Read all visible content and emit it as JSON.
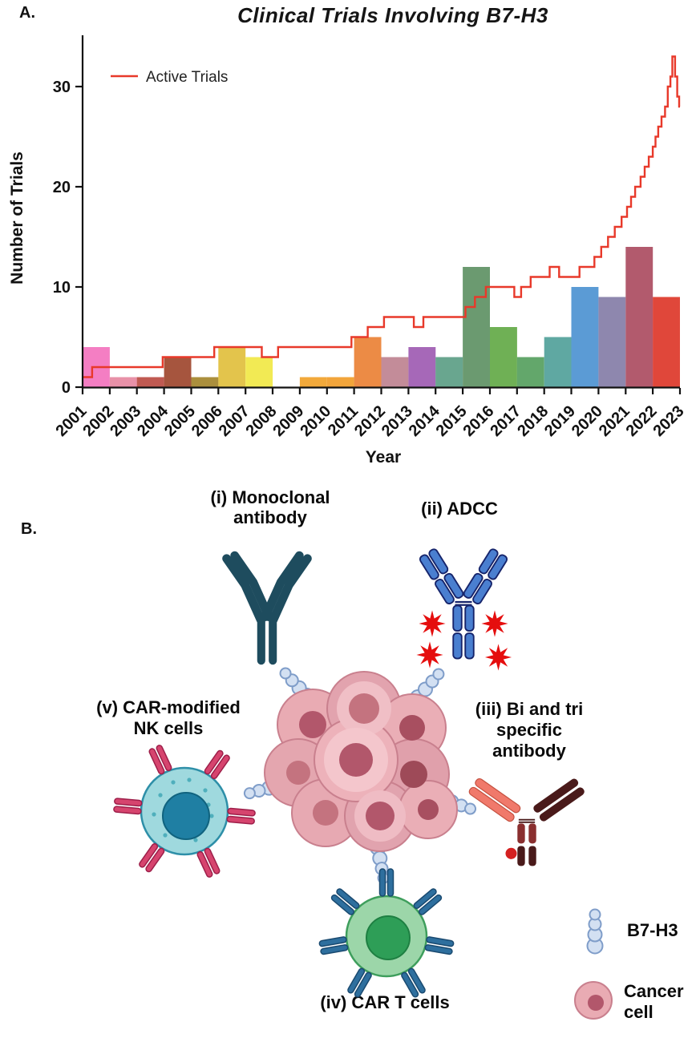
{
  "figure": {
    "panel_a_label": "A.",
    "panel_b_label": "B."
  },
  "chart_data": {
    "type": "bar+line",
    "title": "Clinical Trials Involving B7-H3",
    "xlabel": "Year",
    "ylabel": "Number of Trials",
    "x_ticks": [
      2001,
      2002,
      2003,
      2004,
      2005,
      2006,
      2007,
      2008,
      2009,
      2010,
      2011,
      2012,
      2013,
      2014,
      2015,
      2016,
      2017,
      2018,
      2019,
      2020,
      2021,
      2022,
      2023
    ],
    "y_ticks": [
      0,
      10,
      20,
      30
    ],
    "ylim": [
      0,
      34
    ],
    "grid": false,
    "legend_position": "top-left",
    "bars": {
      "years": [
        2001,
        2002,
        2003,
        2004,
        2005,
        2006,
        2007,
        2008,
        2009,
        2010,
        2011,
        2012,
        2013,
        2014,
        2015,
        2016,
        2017,
        2018,
        2019,
        2020,
        2021,
        2022
      ],
      "values": [
        4,
        1,
        1,
        3,
        1,
        4,
        3,
        0,
        1,
        1,
        5,
        3,
        4,
        3,
        12,
        6,
        3,
        5,
        10,
        9,
        14,
        9
      ],
      "colors": [
        "#F47EC3",
        "#E891A8",
        "#C05A52",
        "#A6553E",
        "#AB8F3D",
        "#E3C44C",
        "#F2EA54",
        "#FFFFFF",
        "#F2A93B",
        "#F2A53B",
        "#EC8B45",
        "#C38C99",
        "#A668B8",
        "#69A68F",
        "#6B9A70",
        "#6FB055",
        "#63A76B",
        "#5FA8A2",
        "#5B9BD5",
        "#8E87AE",
        "#B25A6D",
        "#E0473A"
      ]
    },
    "line": {
      "label": "Active Trials",
      "color": "#E8392A",
      "points": [
        [
          2001,
          1
        ],
        [
          2001.35,
          2
        ],
        [
          2003.95,
          3
        ],
        [
          2005.85,
          4
        ],
        [
          2007.6,
          3
        ],
        [
          2008.2,
          4
        ],
        [
          2010.9,
          5
        ],
        [
          2011.5,
          6
        ],
        [
          2012.1,
          7
        ],
        [
          2013.2,
          6
        ],
        [
          2013.55,
          7
        ],
        [
          2015.1,
          8
        ],
        [
          2015.45,
          9
        ],
        [
          2015.85,
          10
        ],
        [
          2016.9,
          9
        ],
        [
          2017.15,
          10
        ],
        [
          2017.5,
          11
        ],
        [
          2018.2,
          12
        ],
        [
          2018.55,
          11
        ],
        [
          2019.3,
          12
        ],
        [
          2019.85,
          13
        ],
        [
          2020.1,
          14
        ],
        [
          2020.35,
          15
        ],
        [
          2020.6,
          16
        ],
        [
          2020.85,
          17
        ],
        [
          2021.05,
          18
        ],
        [
          2021.2,
          19
        ],
        [
          2021.35,
          20
        ],
        [
          2021.55,
          21
        ],
        [
          2021.7,
          22
        ],
        [
          2021.85,
          23
        ],
        [
          2022,
          24
        ],
        [
          2022.1,
          25
        ],
        [
          2022.2,
          26
        ],
        [
          2022.32,
          27
        ],
        [
          2022.45,
          28
        ],
        [
          2022.55,
          30
        ],
        [
          2022.65,
          31
        ],
        [
          2022.72,
          33
        ],
        [
          2022.82,
          31
        ],
        [
          2022.9,
          29
        ],
        [
          2022.97,
          28
        ]
      ]
    }
  },
  "diagram": {
    "items": [
      {
        "id": "monoclonal-antibody",
        "label_lines": [
          "(i) Monoclonal",
          "antibody"
        ]
      },
      {
        "id": "adcc",
        "label_lines": [
          "(ii) ADCC"
        ]
      },
      {
        "id": "bi-tri-specific-antibody",
        "label_lines": [
          "(iii) Bi and tri",
          "specific",
          "antibody"
        ]
      },
      {
        "id": "car-t-cells",
        "label_lines": [
          "(iv) CAR T cells"
        ]
      },
      {
        "id": "car-modified-nk-cells",
        "label_lines": [
          "(v) CAR-modified",
          "NK cells"
        ]
      }
    ],
    "legend": {
      "b7h3_label": "B7-H3",
      "cancer_cell_label_lines": [
        "Cancer",
        "cell"
      ]
    },
    "colors": {
      "monoclonal": "#1E4C5E",
      "adcc_antibody": "#4A7FD0",
      "adcc_star": "#E50E0E",
      "bispecific_left_arm": "#F0796B",
      "bispecific_right_arm": "#4A1A1A",
      "nk_body": "#9FD9DE",
      "nk_nucleus": "#1F7FA3",
      "nk_receptor": "#D6446E",
      "cart_body": "#9CD6A9",
      "cart_nucleus": "#2E9E57",
      "cart_receptor": "#2E6F9E",
      "b7h3_fill": "#D3E0F2",
      "b7h3_stroke": "#7F9DC9",
      "cancer_body": "#E9ABB3",
      "cancer_nucleus": "#B2576B"
    }
  }
}
